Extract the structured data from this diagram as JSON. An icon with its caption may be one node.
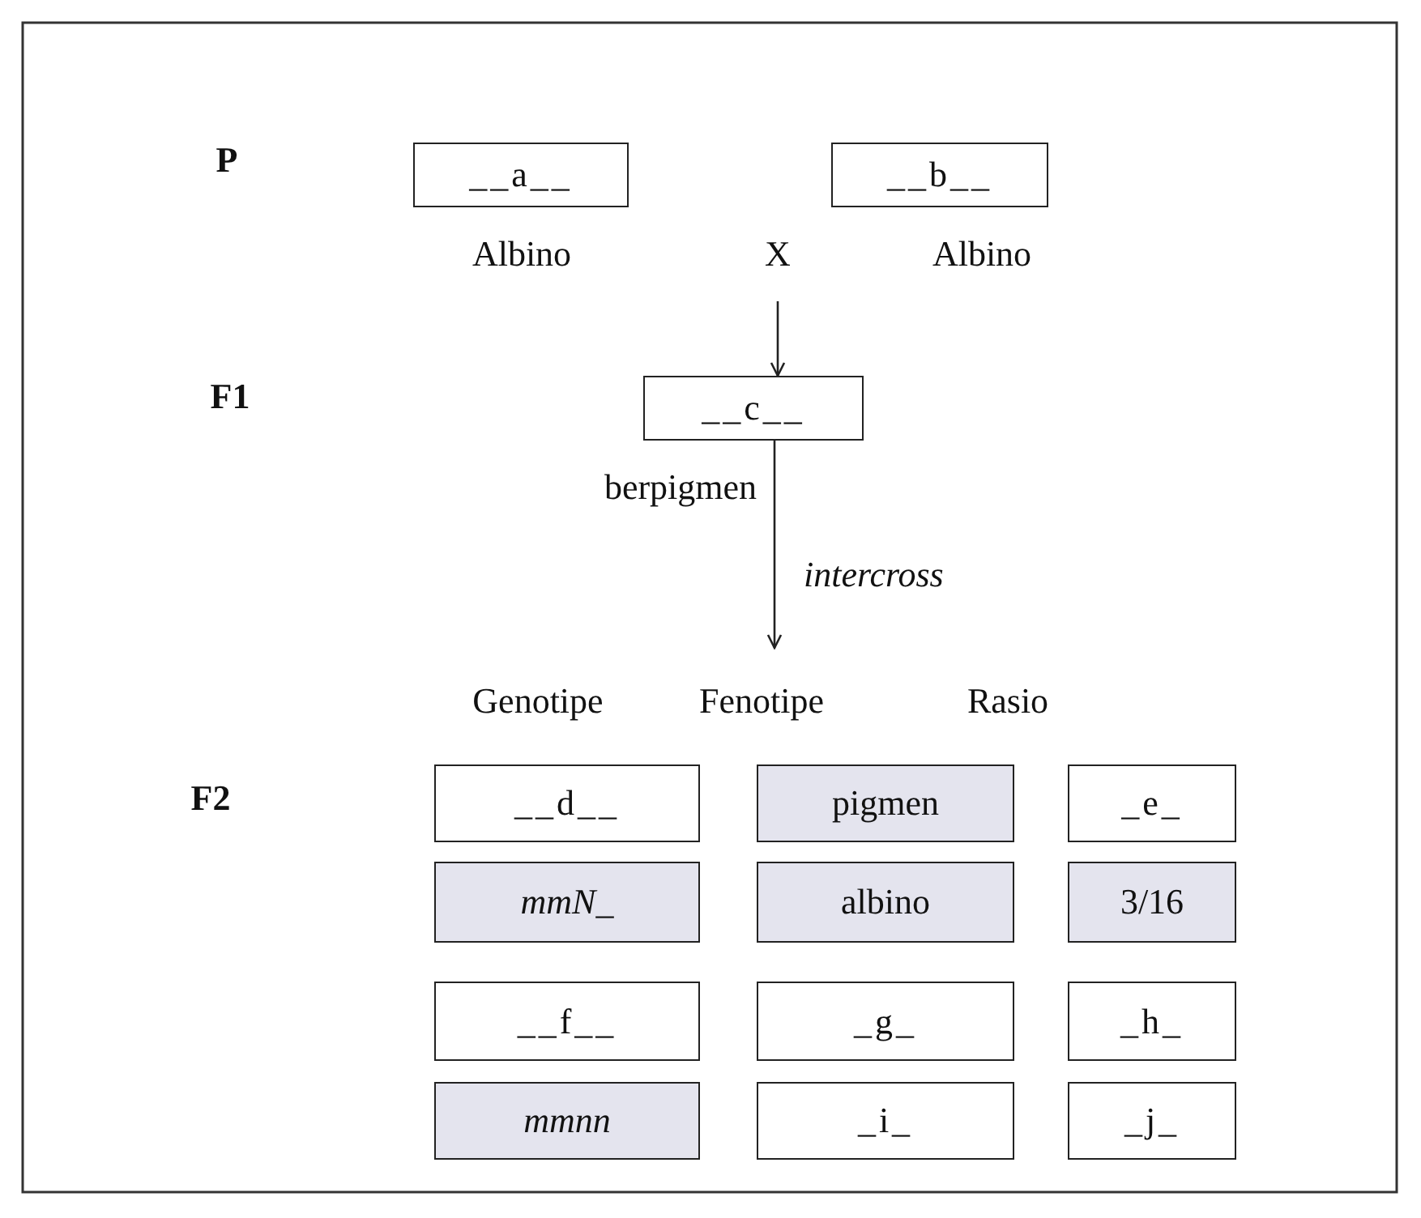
{
  "diagram": {
    "nodes": [
      {
        "text": [
          "__a__"
        ],
        "beside": [
          "Albino"
        ]
      },
      {
        "text": [
          "__b__"
        ],
        "beside": [
          "Albino"
        ]
      },
      {
        "text": [
          "__c__"
        ],
        "beside": [
          "berpigmen"
        ]
      },
      {
        "text": [
          "__d__"
        ]
      },
      {
        "text": [
          "pigmen"
        ]
      },
      {
        "text": [
          "_e_"
        ]
      },
      {
        "text": [
          "mmN_"
        ]
      },
      {
        "text": [
          "albino"
        ]
      },
      {
        "text": [
          "3/16"
        ]
      },
      {
        "text": [
          "__f__"
        ]
      },
      {
        "text": [
          "_g_"
        ]
      },
      {
        "text": [
          "_h_"
        ]
      },
      {
        "text": [
          "mmnn"
        ]
      },
      {
        "text": [
          "_i_"
        ]
      },
      {
        "text": [
          "_j_"
        ]
      }
    ],
    "edges": [
      {
        "from": null,
        "to": 2,
        "arrow": "to"
      },
      {
        "from": 2,
        "to": null,
        "arrow": "to",
        "label": "intercross"
      }
    ],
    "labels": [
      "P",
      "X",
      "F1",
      "Genotipe",
      "Fenotipe",
      "Rasio",
      "F2"
    ]
  }
}
